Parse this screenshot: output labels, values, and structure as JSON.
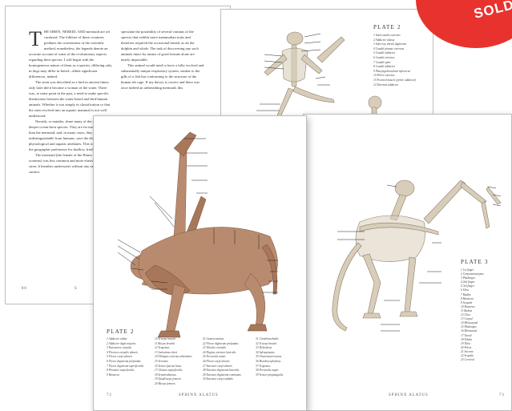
{
  "badge": {
    "label": "SOLD"
  },
  "text_page": {
    "dropcap": "T",
    "col1": [
      "HE SIREN, NEREID, AND mermaid are oft confused. The folklore of these creatures predates the conventions of the scientific method; nonetheless, the legends denote an accurate account of some of the evolutionary aspects regarding their species. I will begin with the homogeneous nature of them as a species, differing only in dogs may differ in breed—albeit significant differences, indeed.",
      "The siren was described as a bird in ancient times; only later did it become a woman of the water. There was, at some point in the past, a need to make specific distinctions between the water-based and bird-human animals. Whether it was simply in classification or that the siren evolved into an aquatic mammal is not well understood.",
      "Nereids, or naiades, share many of the traits of the deeper ocean-born species. They are far more human than the mermaid, and, in many cases, they are nearly indistinguishable from humans, save the distinct physiological and aquatic attributes. This would explain the geographic preference for shallow, fresh water.",
      "The mermaid (the female of the Homo sirenis oceanus) was less common and more elusive than the siren. It breathes underwater without any need to surface."
    ],
    "col2": [
      "speculate the possibility of several variants of the species that exhibit more mammalian traits and therefore required the occasional breath, as do the dolphin and whale. The task of discovering any such animals intact by means of good fortune alone are nearly impossible.",
      "This animal would need to have a fully evolved and substantially unique respiratory system, similar to the gills of a fish but conforming to the structure of the human rib cage. If my theory is correct and there was once indeed an airbreathing mermaid, this"
    ],
    "folio_num": "80",
    "folio_letter": "S"
  },
  "top_plate": {
    "title": "PLATE 2",
    "legend": [
      "1  Intercostalis externus",
      "2  Adductor alaeus",
      "3  Infra-ray dorsal digitorum",
      "4  Caudal pinnate externus",
      "5  Caudal adductor",
      "6  Caudal externus",
      "7  Caudal spine",
      "8  Caudal adductor",
      "9  Pharyngobranchial inferiorus",
      "10  Pelvic externus",
      "11  Pectoral muscle (pelvic adductor)",
      "12  Externus adductor"
    ]
  },
  "left_plate": {
    "title": "PLATE 2",
    "legend_cols": [
      [
        "1  Adductor alulae",
        "2  Adductor digiti majoris",
        "3  Extensores carpalis",
        "4  Flexores carpalis ulnaris",
        "5  Flexor carpi ulnaris",
        "6  Flexor digitorum profundus",
        "7  Flexor digitorum superficialis",
        "8  Pronator superficialis",
        "9  Humerus"
      ],
      [
        "10  Triceps brachii",
        "11  Biceps brachii",
        "12  Trapezius",
        "13  Latissimus dorsi",
        "14  Obliquus externus abdominis",
        "15  Serratus",
        "16  Tensor fasciae latae",
        "17  Gluteus superficialis",
        "18  Semitendinosus",
        "19  Quadriceps femoris",
        "20  Biceps femoris"
      ],
      [
        "21  Gastrocnemius",
        "22  Flexor digitorum profundus",
        "23  Tibialis cranialis",
        "24  Digitus extensor lateralis",
        "25  Pectoralis minor",
        "26  Flexor carpi ulnaris",
        "27  Extensor carpi ulnaris",
        "28  Extensor digitorum lateralis",
        "29  Extensor digitorum communis",
        "30  Extensor carpi radialis"
      ],
      [
        "31  Cleidobrachialis",
        "32  Triceps brachii",
        "33  Deltoideus",
        "34  Infraspinatus",
        "35  Omotransversarius",
        "36  Brachiocephalicus",
        "37  Trapezius",
        "38  Pectoralis major",
        "39  Tensor propatagialis"
      ]
    ],
    "folio_num": "72",
    "running_head": "SPHINX ALATUS"
  },
  "right_plate": {
    "title": "PLATE 3",
    "legend": [
      "1  1st finger",
      "2  Carpometacarpus",
      "3  Phalanges",
      "4  2nd finger",
      "5  3rd finger",
      "6  Ulna",
      "7  Radius",
      "8  Humerus",
      "9  Scapula",
      "10  Humerus",
      "11  Radius",
      "12  Ulna",
      "13  Carpal",
      "14  Metacarpal",
      "15  Phalanges",
      "16  Metatarsal",
      "17  Tarsal",
      "18  Fibula",
      "19  Tibia",
      "20  Pelvis",
      "21  Sacrum",
      "22  Scapula",
      "23  Cervical"
    ],
    "folio_num": "73",
    "running_head": "SPHINX ALATUS"
  },
  "colors": {
    "badge": "#e8322e",
    "bone": "#d8cdb9",
    "muscle": "#b98b6e",
    "page_border": "#bdbdbd"
  }
}
